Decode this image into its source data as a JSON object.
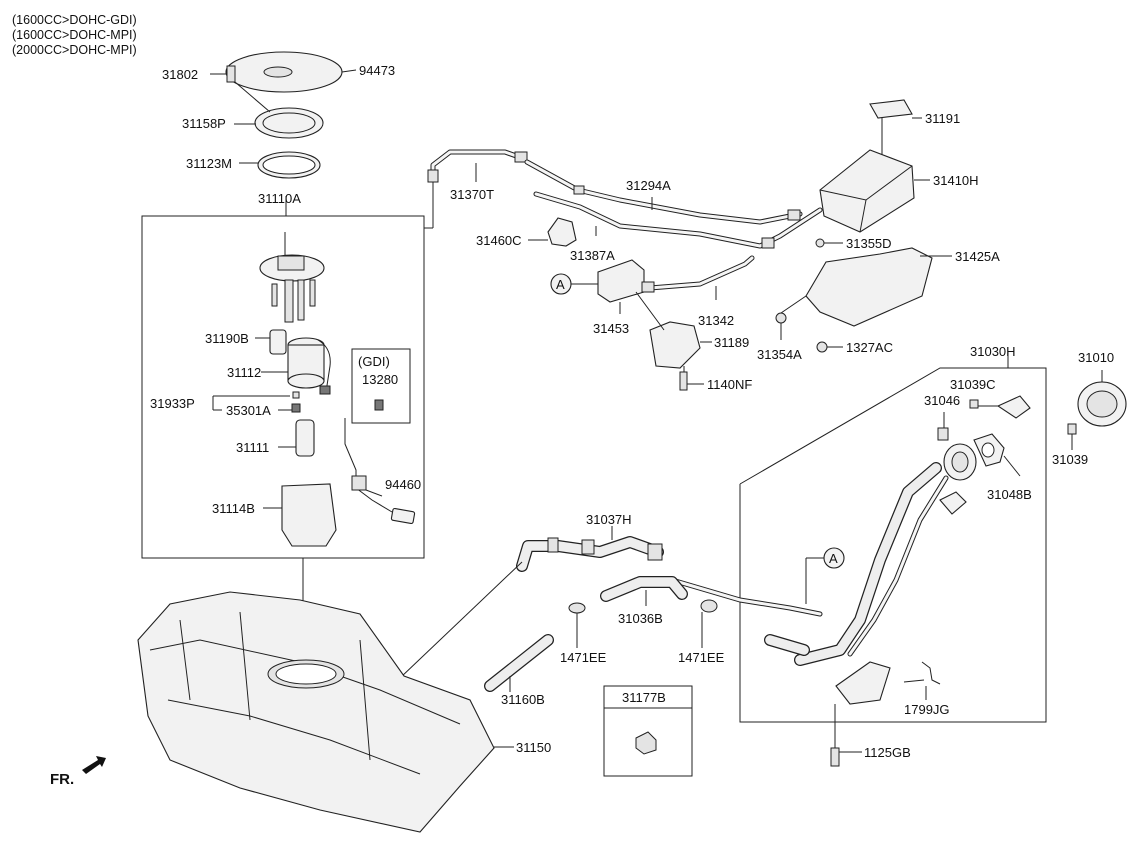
{
  "header_lines": [
    "(1600CC>DOHC-GDI)",
    "(1600CC>DOHC-MPI)",
    "(2000CC>DOHC-MPI)"
  ],
  "front_marker": "FR.",
  "callout_letter": "A",
  "gdi_box": {
    "title": "(GDI)",
    "part": "13280"
  },
  "part_labels": {
    "p31802": "31802",
    "p94473": "94473",
    "p31158P": "31158P",
    "p31123M": "31123M",
    "p31110A": "31110A",
    "p31190B": "31190B",
    "p31112": "31112",
    "p31933P": "31933P",
    "p35301A": "35301A",
    "p31111": "31111",
    "p94460": "94460",
    "p31114B": "31114B",
    "p31370T": "31370T",
    "p31294A": "31294A",
    "p31191": "31191",
    "p31410H": "31410H",
    "p31460C": "31460C",
    "p31387A": "31387A",
    "p31355D": "31355D",
    "p31425A": "31425A",
    "p31453": "31453",
    "p31342": "31342",
    "p31189": "31189",
    "p31354A": "31354A",
    "p1327AC": "1327AC",
    "p1140NF": "1140NF",
    "p31030H": "31030H",
    "p31010": "31010",
    "p31039C": "31039C",
    "p31046": "31046",
    "p31039": "31039",
    "p31048B": "31048B",
    "p31037H": "31037H",
    "p31036B": "31036B",
    "p1471EE_a": "1471EE",
    "p1471EE_b": "1471EE",
    "p31160B": "31160B",
    "p31177B": "31177B",
    "p1799JG": "1799JG",
    "p1125GB": "1125GB",
    "p31150": "31150"
  }
}
